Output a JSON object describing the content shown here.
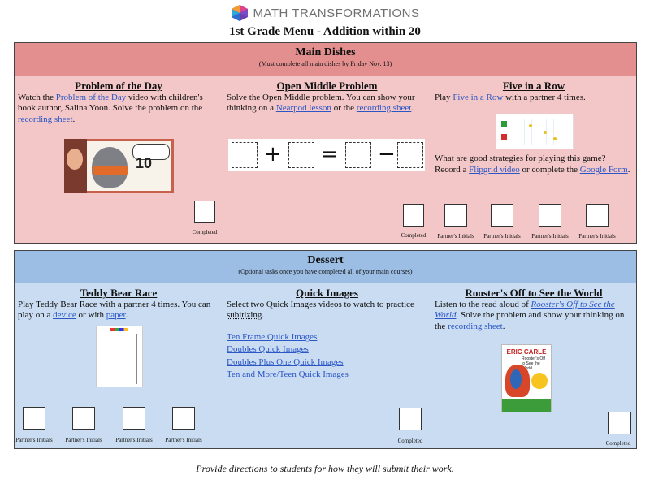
{
  "header": {
    "brand": "MATH TRANSFORMATIONS",
    "title": "1st Grade Menu - Addition within 20"
  },
  "main": {
    "title": "Main Dishes",
    "subtitle": "(Must complete all main dishes by Friday Nov. 13)",
    "potd": {
      "title": "Problem of the Day",
      "t1": "Watch the ",
      "link1": "Problem of the Day",
      "t2": " video with children's book author, Salina Yoon.  Solve the problem on the ",
      "link2": "recording sheet",
      "t3": ".",
      "img_number": "10",
      "completed": "Completed"
    },
    "omp": {
      "title": "Open Middle Problem",
      "t1": "Solve the Open Middle problem.  You can show your thinking on a ",
      "link1": "Nearpod lesson",
      "t2": " or the ",
      "link2": "recording sheet",
      "t3": ".",
      "plus": "+",
      "equals": "=",
      "minus": "−",
      "completed": "Completed"
    },
    "fiveinrow": {
      "title": "Five in a Row",
      "t1": "Play ",
      "link1": "Five in a Row",
      "t2": " with a partner 4 times.",
      "t3": "What are good strategies for playing this game? Record a ",
      "link2": "Flipgrid video",
      "t4": " or complete the ",
      "link3": "Google Form",
      "t5": ".",
      "initials": [
        "Partner's Initials",
        "Partner's Initials",
        "Partner's Initials",
        "Partner's Initials"
      ]
    }
  },
  "dessert": {
    "title": "Dessert",
    "subtitle": "(Optional tasks once you have completed all of your main courses)",
    "teddy": {
      "title": "Teddy Bear Race",
      "t1": "Play Teddy Bear Race with a partner 4 times.  You can play on a ",
      "link1": "device",
      "t2": " or with ",
      "link2": "paper",
      "t3": ".",
      "initials": [
        "Partner's Initials",
        "Partner's Initials",
        "Partner's Initials",
        "Partner's Initials"
      ]
    },
    "quick": {
      "title": "Quick Images",
      "t1": "Select two Quick Images videos to watch to practice ",
      "t1b": "subitizing",
      "t1c": ".",
      "links": [
        "Ten Frame Quick Images",
        "Doubles Quick Images",
        "Doubles Plus One Quick Images",
        "Ten and More/Teen Quick Images"
      ],
      "completed": "Completed"
    },
    "rooster": {
      "title": "Rooster's Off to See the World",
      "t1": "Listen to the read aloud of ",
      "link1": "Rooster's Off to See the World",
      "t2": ".  Solve the problem and show your thinking on the ",
      "link2": "recording sheet",
      "t3": ".",
      "book_author": "ERIC CARLE",
      "book_title": "Rooster's Off to See the World",
      "completed": "Completed"
    }
  },
  "footer": "Provide directions to students for how they will submit their work.",
  "colors": {
    "main_header": "#e38f8f",
    "main_cell": "#f3c7c7",
    "dessert_header": "#9cbde4",
    "dessert_cell": "#cadcf1",
    "link": "#2a56c6"
  }
}
